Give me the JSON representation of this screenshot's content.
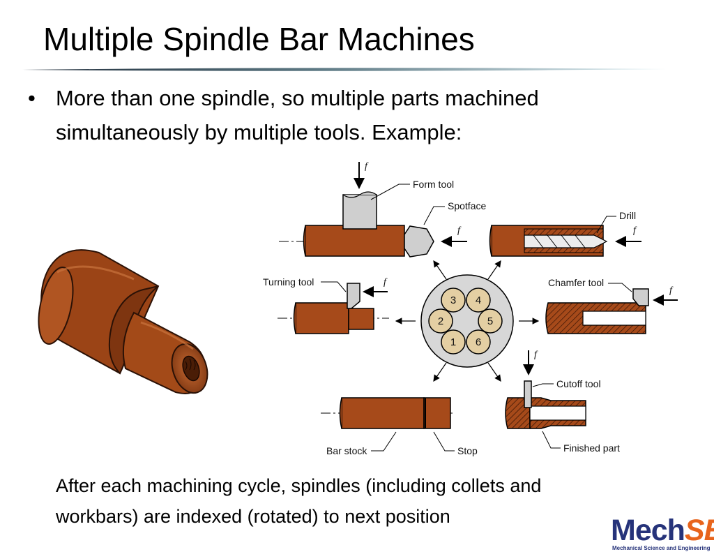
{
  "slide": {
    "title": "Multiple Spindle Bar Machines",
    "bullet_marker": "•",
    "bullet_text": "More than one spindle, so multiple parts machined simultaneously by multiple tools.  Example:",
    "caption": "After each machining cycle, spindles (including collets and workbars) are indexed (rotated) to next position"
  },
  "diagram": {
    "labels": {
      "form_tool": "Form tool",
      "spotface": "Spotface",
      "drill": "Drill",
      "turning_tool": "Turning tool",
      "chamfer_tool": "Chamfer tool",
      "cutoff_tool": "Cutoff tool",
      "bar_stock": "Bar stock",
      "stop": "Stop",
      "finished_part": "Finished part",
      "feed": "f"
    },
    "spindle_numbers": [
      "1",
      "2",
      "3",
      "4",
      "5",
      "6"
    ],
    "colors": {
      "workpiece": "#a64a1a",
      "tool": "#cfcfcf",
      "indexer": "#d7d7d7",
      "spindle_fill": "#e4cfa3"
    }
  },
  "logo": {
    "word_part1": "Mech",
    "word_part2": "SE",
    "subtitle": "Mechanical Science and Engineering"
  }
}
